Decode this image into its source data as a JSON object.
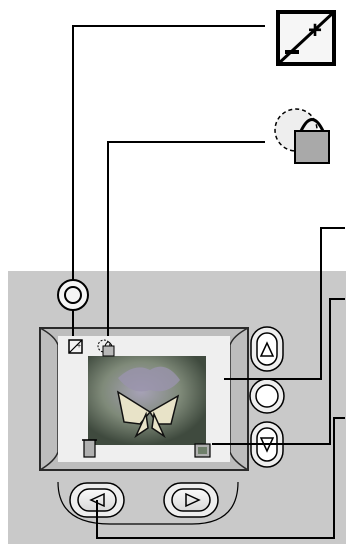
{
  "icons": [
    {
      "name": "exposure-compensation-icon",
      "kind": "callout-icon"
    },
    {
      "name": "ae-lock-icon",
      "kind": "callout-icon"
    }
  ],
  "colors": {
    "panel": "#c9c9c9",
    "bezel": "#ededed",
    "screen_border": "#2a2a2a",
    "leader": "#000000",
    "photo_bg": "#6f7f6a",
    "butterfly": "#e8e3c8"
  },
  "controls": {
    "top_button": "circle-button",
    "side_buttons": [
      "up-arrow-button",
      "ok-button",
      "down-arrow-button"
    ],
    "bottom_buttons": [
      "left-arrow-button",
      "right-arrow-button"
    ]
  }
}
